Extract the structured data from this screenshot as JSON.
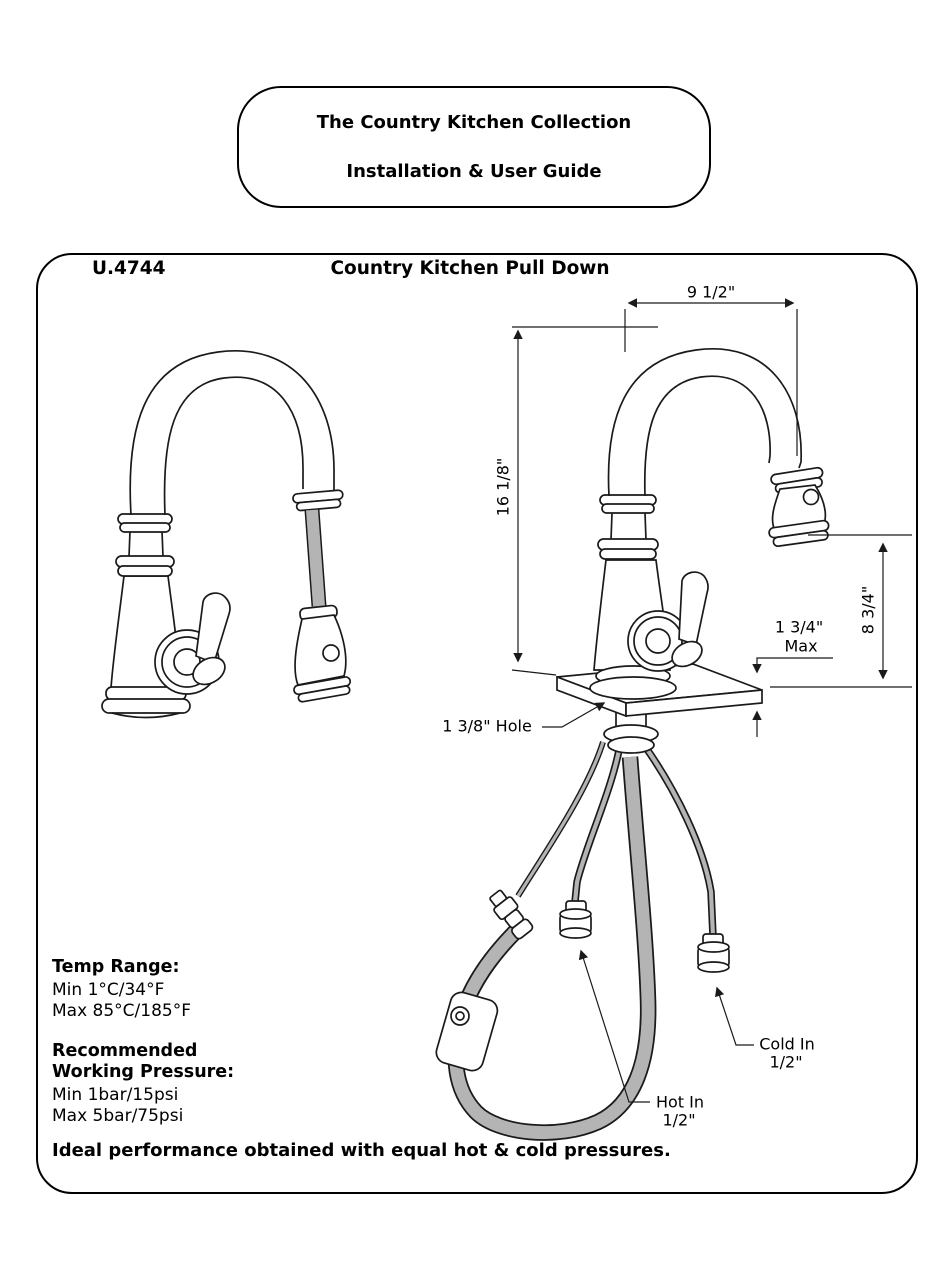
{
  "colors": {
    "line": "#1a1a1a",
    "hose_gray": "#b4b4b4",
    "text": "#000000"
  },
  "header_box": {
    "line1": "The Country Kitchen Collection",
    "line2": "Installation & User Guide"
  },
  "product": {
    "code": "U.4744",
    "name": "Country Kitchen Pull Down"
  },
  "dimensions": {
    "spout_reach": "9 1/2\"",
    "overall_height": "16 1/8\"",
    "head_to_deck": "8 3/4\"",
    "deck_thickness_value": "1 3/4\"",
    "deck_thickness_qualifier": "Max",
    "hole": "1 3/8\" Hole",
    "cold_label_line1": "Cold In",
    "cold_label_line2": "1/2\"",
    "hot_label_line1": "Hot In",
    "hot_label_line2": "1/2\""
  },
  "specs": {
    "temp_title": "Temp Range:",
    "temp_min": "Min 1°C/34°F",
    "temp_max": "Max 85°C/185°F",
    "pressure_title_line1": "Recommended",
    "pressure_title_line2": "Working Pressure:",
    "pressure_min": "Min 1bar/15psi",
    "pressure_max": "Max 5bar/75psi"
  },
  "footer_note": "Ideal performance obtained with equal hot & cold pressures."
}
